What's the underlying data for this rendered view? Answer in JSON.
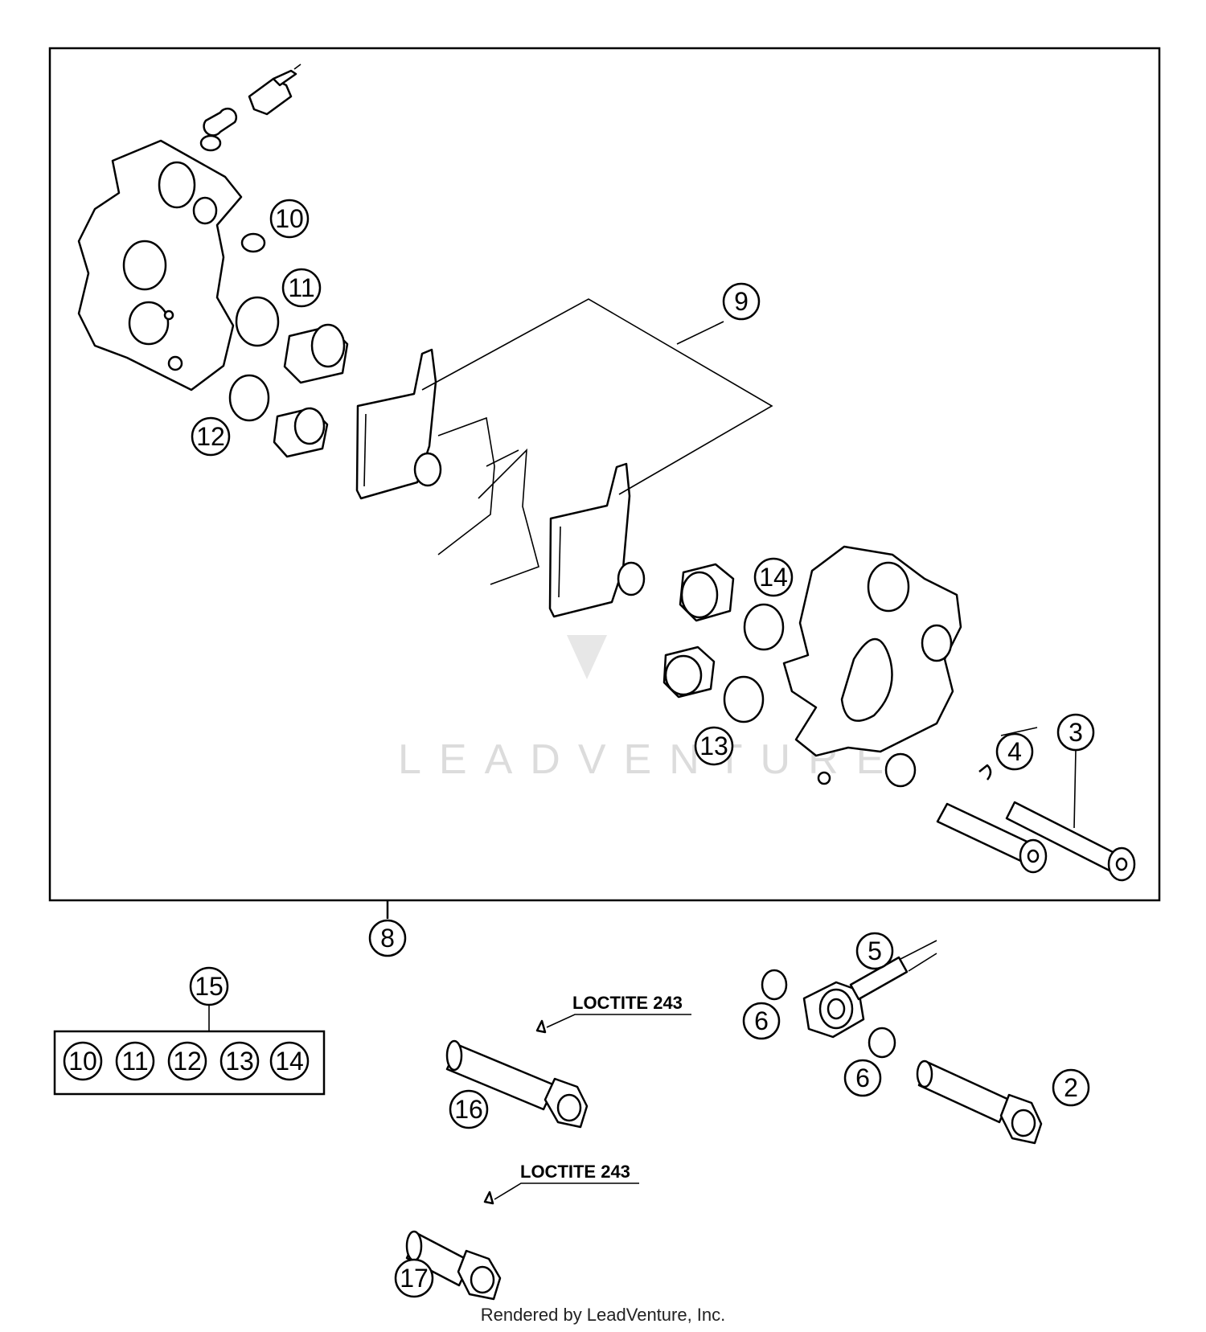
{
  "diagram": {
    "callouts": {
      "c2": "2",
      "c3": "3",
      "c4": "4",
      "c5": "5",
      "c6a": "6",
      "c6b": "6",
      "c8": "8",
      "c9": "9",
      "c10": "10",
      "c11": "11",
      "c12": "12",
      "c13": "13",
      "c14": "14",
      "c15": "15",
      "c16": "16",
      "c17": "17"
    },
    "kit_items": [
      "10",
      "11",
      "12",
      "13",
      "14"
    ],
    "loctite_label_1": "LOCTITE 243",
    "loctite_label_2": "LOCTITE 243"
  },
  "watermark": {
    "text": "LEADVENTURE"
  },
  "footer": {
    "text": "Rendered by LeadVenture, Inc."
  }
}
